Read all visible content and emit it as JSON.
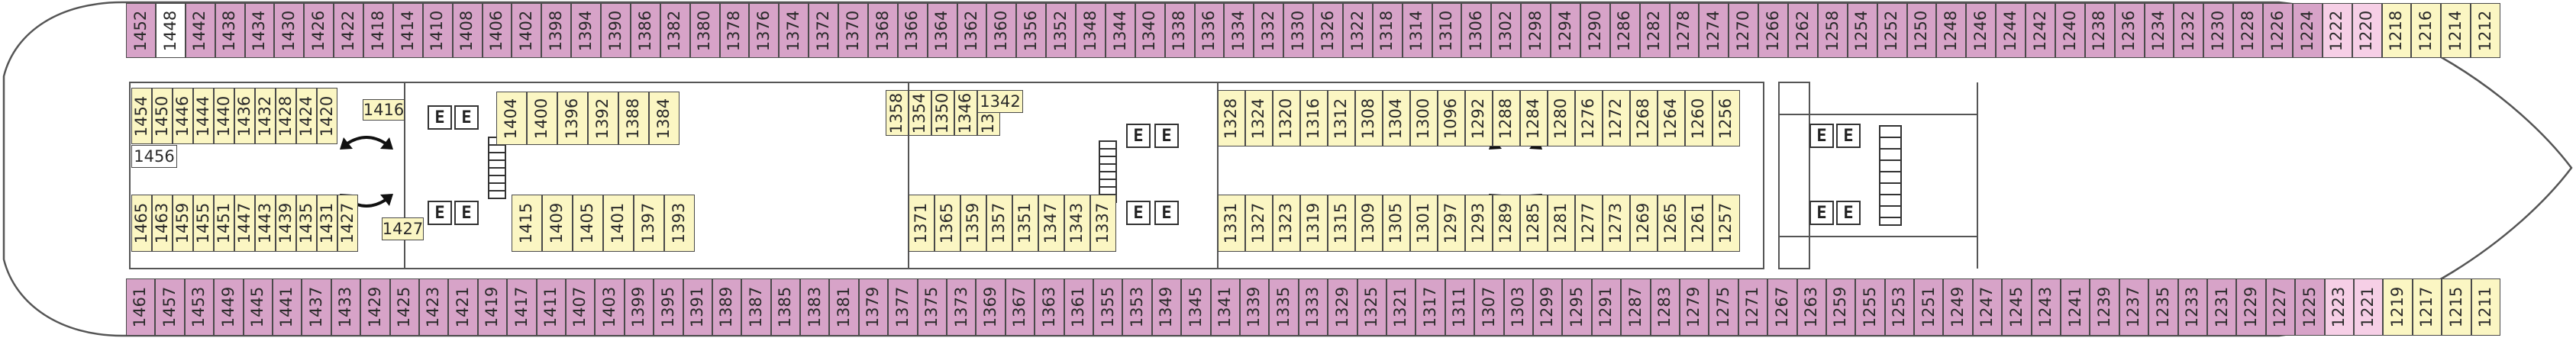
{
  "colors": {
    "hull_outline": "#555555",
    "suite": "#d7a3c8",
    "pink_cabin": "#f6cfe6",
    "yellow_cabin": "#fbf6c3",
    "white_cabin": "#ffffff",
    "stroke": "#4a4a4a"
  },
  "icons": {
    "lift": "E",
    "double_arrow": "curved-double-arrow-icon",
    "stairs": "stairs-icon"
  },
  "rooms": {
    "top_outer": [
      [
        "1452",
        "suite"
      ],
      [
        "1448",
        "white"
      ],
      [
        "1442",
        "suite"
      ],
      [
        "1438",
        "suite"
      ],
      [
        "1434",
        "suite"
      ],
      [
        "1430",
        "suite"
      ],
      [
        "1426",
        "suite"
      ],
      [
        "1422",
        "suite"
      ],
      [
        "1418",
        "suite"
      ],
      [
        "1414",
        "suite"
      ],
      [
        "1410",
        "suite"
      ],
      [
        "1408",
        "suite"
      ],
      [
        "1406",
        "suite"
      ],
      [
        "1402",
        "suite"
      ],
      [
        "1398",
        "suite"
      ],
      [
        "1394",
        "suite"
      ],
      [
        "1390",
        "suite"
      ],
      [
        "1386",
        "suite"
      ],
      [
        "1382",
        "suite"
      ],
      [
        "1380",
        "suite"
      ],
      [
        "1378",
        "suite"
      ],
      [
        "1376",
        "suite"
      ],
      [
        "1374",
        "suite"
      ],
      [
        "1372",
        "suite"
      ],
      [
        "1370",
        "suite"
      ],
      [
        "1368",
        "suite"
      ],
      [
        "1366",
        "suite"
      ],
      [
        "1364",
        "suite"
      ],
      [
        "1362",
        "suite"
      ],
      [
        "1360",
        "suite"
      ],
      [
        "1356",
        "suite"
      ],
      [
        "1352",
        "suite"
      ],
      [
        "1348",
        "suite"
      ],
      [
        "1344",
        "suite"
      ],
      [
        "1340",
        "suite"
      ],
      [
        "1338",
        "suite"
      ],
      [
        "1336",
        "suite"
      ],
      [
        "1334",
        "suite"
      ],
      [
        "1332",
        "suite"
      ],
      [
        "1330",
        "suite"
      ],
      [
        "1326",
        "suite"
      ],
      [
        "1322",
        "suite"
      ],
      [
        "1318",
        "suite"
      ],
      [
        "1314",
        "suite"
      ],
      [
        "1310",
        "suite"
      ],
      [
        "1306",
        "suite"
      ],
      [
        "1302",
        "suite"
      ],
      [
        "1298",
        "suite"
      ],
      [
        "1294",
        "suite"
      ],
      [
        "1290",
        "suite"
      ],
      [
        "1286",
        "suite"
      ],
      [
        "1282",
        "suite"
      ],
      [
        "1278",
        "suite"
      ],
      [
        "1274",
        "suite"
      ],
      [
        "1270",
        "suite"
      ],
      [
        "1266",
        "suite"
      ],
      [
        "1262",
        "suite"
      ],
      [
        "1258",
        "suite"
      ],
      [
        "1254",
        "suite"
      ],
      [
        "1252",
        "suite"
      ],
      [
        "1250",
        "suite"
      ],
      [
        "1248",
        "suite"
      ],
      [
        "1246",
        "suite"
      ],
      [
        "1244",
        "suite"
      ],
      [
        "1242",
        "suite"
      ],
      [
        "1240",
        "suite"
      ],
      [
        "1238",
        "suite"
      ],
      [
        "1236",
        "suite"
      ],
      [
        "1234",
        "suite"
      ],
      [
        "1232",
        "suite"
      ],
      [
        "1230",
        "suite"
      ],
      [
        "1228",
        "suite"
      ],
      [
        "1226",
        "suite"
      ],
      [
        "1224",
        "suite"
      ],
      [
        "1222",
        "pink"
      ],
      [
        "1220",
        "pink"
      ],
      [
        "1218",
        "yellow"
      ],
      [
        "1216",
        "yellow"
      ],
      [
        "1214",
        "yellow"
      ],
      [
        "1212",
        "yellow"
      ]
    ],
    "bottom_outer": [
      [
        "1461",
        "suite"
      ],
      [
        "1457",
        "suite"
      ],
      [
        "1453",
        "suite"
      ],
      [
        "1449",
        "suite"
      ],
      [
        "1445",
        "suite"
      ],
      [
        "1441",
        "suite"
      ],
      [
        "1437",
        "suite"
      ],
      [
        "1433",
        "suite"
      ],
      [
        "1429",
        "suite"
      ],
      [
        "1425",
        "suite"
      ],
      [
        "1423",
        "suite"
      ],
      [
        "1421",
        "suite"
      ],
      [
        "1419",
        "suite"
      ],
      [
        "1417",
        "suite"
      ],
      [
        "1411",
        "suite"
      ],
      [
        "1407",
        "suite"
      ],
      [
        "1403",
        "suite"
      ],
      [
        "1399",
        "suite"
      ],
      [
        "1395",
        "suite"
      ],
      [
        "1391",
        "suite"
      ],
      [
        "1389",
        "suite"
      ],
      [
        "1387",
        "suite"
      ],
      [
        "1385",
        "suite"
      ],
      [
        "1383",
        "suite"
      ],
      [
        "1381",
        "suite"
      ],
      [
        "1379",
        "suite"
      ],
      [
        "1377",
        "suite"
      ],
      [
        "1375",
        "suite"
      ],
      [
        "1373",
        "suite"
      ],
      [
        "1369",
        "suite"
      ],
      [
        "1367",
        "suite"
      ],
      [
        "1363",
        "suite"
      ],
      [
        "1361",
        "suite"
      ],
      [
        "1355",
        "suite"
      ],
      [
        "1353",
        "suite"
      ],
      [
        "1349",
        "suite"
      ],
      [
        "1345",
        "suite"
      ],
      [
        "1341",
        "suite"
      ],
      [
        "1339",
        "suite"
      ],
      [
        "1335",
        "suite"
      ],
      [
        "1333",
        "suite"
      ],
      [
        "1329",
        "suite"
      ],
      [
        "1325",
        "suite"
      ],
      [
        "1321",
        "suite"
      ],
      [
        "1317",
        "suite"
      ],
      [
        "1311",
        "suite"
      ],
      [
        "1307",
        "suite"
      ],
      [
        "1303",
        "suite"
      ],
      [
        "1299",
        "suite"
      ],
      [
        "1295",
        "suite"
      ],
      [
        "1291",
        "suite"
      ],
      [
        "1287",
        "suite"
      ],
      [
        "1283",
        "suite"
      ],
      [
        "1279",
        "suite"
      ],
      [
        "1275",
        "suite"
      ],
      [
        "1271",
        "suite"
      ],
      [
        "1267",
        "suite"
      ],
      [
        "1263",
        "suite"
      ],
      [
        "1259",
        "suite"
      ],
      [
        "1255",
        "suite"
      ],
      [
        "1253",
        "suite"
      ],
      [
        "1251",
        "suite"
      ],
      [
        "1249",
        "suite"
      ],
      [
        "1247",
        "suite"
      ],
      [
        "1245",
        "suite"
      ],
      [
        "1243",
        "suite"
      ],
      [
        "1241",
        "suite"
      ],
      [
        "1239",
        "suite"
      ],
      [
        "1237",
        "suite"
      ],
      [
        "1235",
        "suite"
      ],
      [
        "1233",
        "suite"
      ],
      [
        "1231",
        "suite"
      ],
      [
        "1229",
        "suite"
      ],
      [
        "1227",
        "suite"
      ],
      [
        "1225",
        "suite"
      ],
      [
        "1223",
        "pink"
      ],
      [
        "1221",
        "pink"
      ],
      [
        "1219",
        "yellow"
      ],
      [
        "1217",
        "yellow"
      ],
      [
        "1215",
        "yellow"
      ],
      [
        "1211",
        "yellow"
      ]
    ],
    "inner_top_a": [
      "1454",
      "1450",
      "1446",
      "1444",
      "1440",
      "1436",
      "1432",
      "1428",
      "1424",
      "1420"
    ],
    "inner_top_a_extra": [
      "1456",
      "1416"
    ],
    "inner_top_b": [
      "1404",
      "1400",
      "1396",
      "1392",
      "1388",
      "1384"
    ],
    "inner_top_c": [
      "1358",
      "1354",
      "1350",
      "1346",
      "1342"
    ],
    "inner_top_d": [
      "1328",
      "1324",
      "1320",
      "1316",
      "1312",
      "1308",
      "1304",
      "1300",
      "1096",
      "1292",
      "1288",
      "1284",
      "1280",
      "1276",
      "1272",
      "1268",
      "1264",
      "1260",
      "1256"
    ],
    "inner_bot_a": [
      "1465",
      "1463",
      "1459",
      "1455",
      "1451",
      "1447",
      "1443",
      "1439",
      "1435",
      "1431",
      "1427"
    ],
    "inner_bot_b": [
      "1415",
      "1409",
      "1405",
      "1401",
      "1397",
      "1393"
    ],
    "inner_bot_c": [
      "1371",
      "1365",
      "1359",
      "1357",
      "1351",
      "1347",
      "1343",
      "1337"
    ],
    "inner_bot_d": [
      "1331",
      "1327",
      "1323",
      "1319",
      "1315",
      "1309",
      "1305",
      "1301",
      "1297",
      "1293",
      "1289",
      "1285",
      "1281",
      "1277",
      "1273",
      "1269",
      "1265",
      "1261",
      "1257"
    ]
  }
}
